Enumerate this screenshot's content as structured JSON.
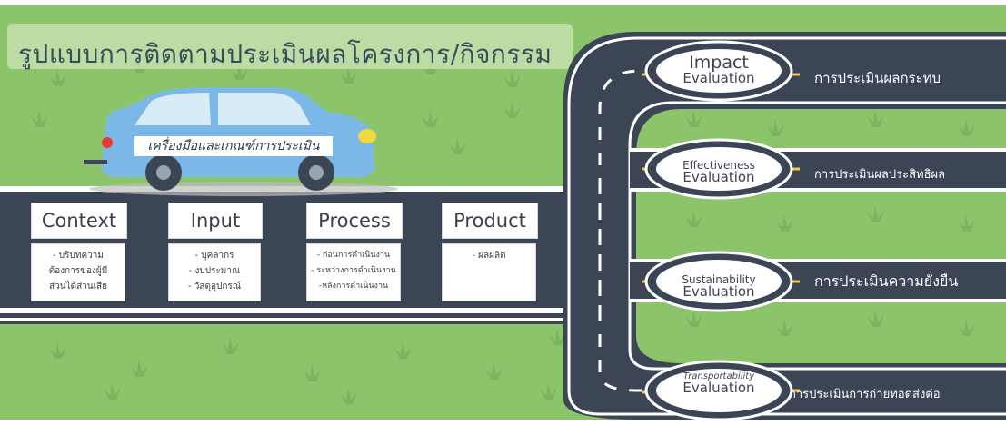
{
  "title": "รูปแบบการติดตามประเมินผลโครงการ/กิจกรรม",
  "car_label": "เครื่องมือและเกณฑ์การประเมิน",
  "cards": [
    {
      "heading": "Context",
      "lines": [
        "- บริบทความ",
        "ต้องการของผู้มี",
        "ส่วนได้ส่วนเสีย"
      ]
    },
    {
      "heading": "Input",
      "lines": [
        "- บุคลากร",
        "- งบประมาณ",
        "- วัสดุอุปกรณ์"
      ]
    },
    {
      "heading": "Process",
      "lines": [
        "- ก่อนการดำเนินงาน",
        "- ระหว่างการดำเนินงาน",
        "-หลังการดำเนินงาน"
      ]
    },
    {
      "heading": "Product",
      "lines": [
        "- ผลผลิต"
      ]
    }
  ],
  "evaluations": [
    {
      "top": "Impact",
      "bottom": "Evaluation",
      "thai": "การประเมินผลกระทบ"
    },
    {
      "top": "Effectiveness",
      "bottom": "Evaluation",
      "thai": "การประเมินผลประสิทธิผล"
    },
    {
      "top": "Sustainability",
      "bottom": "Evaluation",
      "thai": "การประเมินความยั่งยืน"
    },
    {
      "top": "Transportability",
      "bottom": "Evaluation",
      "thai": "การประเมินการถ่ายทอดส่งต่อ"
    }
  ],
  "colors": {
    "grass": "#8cc46c",
    "road": "#3c4556",
    "road_edge": "#ffffff",
    "center_line": "#f2c94c",
    "car_body": "#7bb8e8",
    "car_window": "#d8ecf8",
    "headlight": "#f5d742",
    "taillight": "#e53935"
  }
}
